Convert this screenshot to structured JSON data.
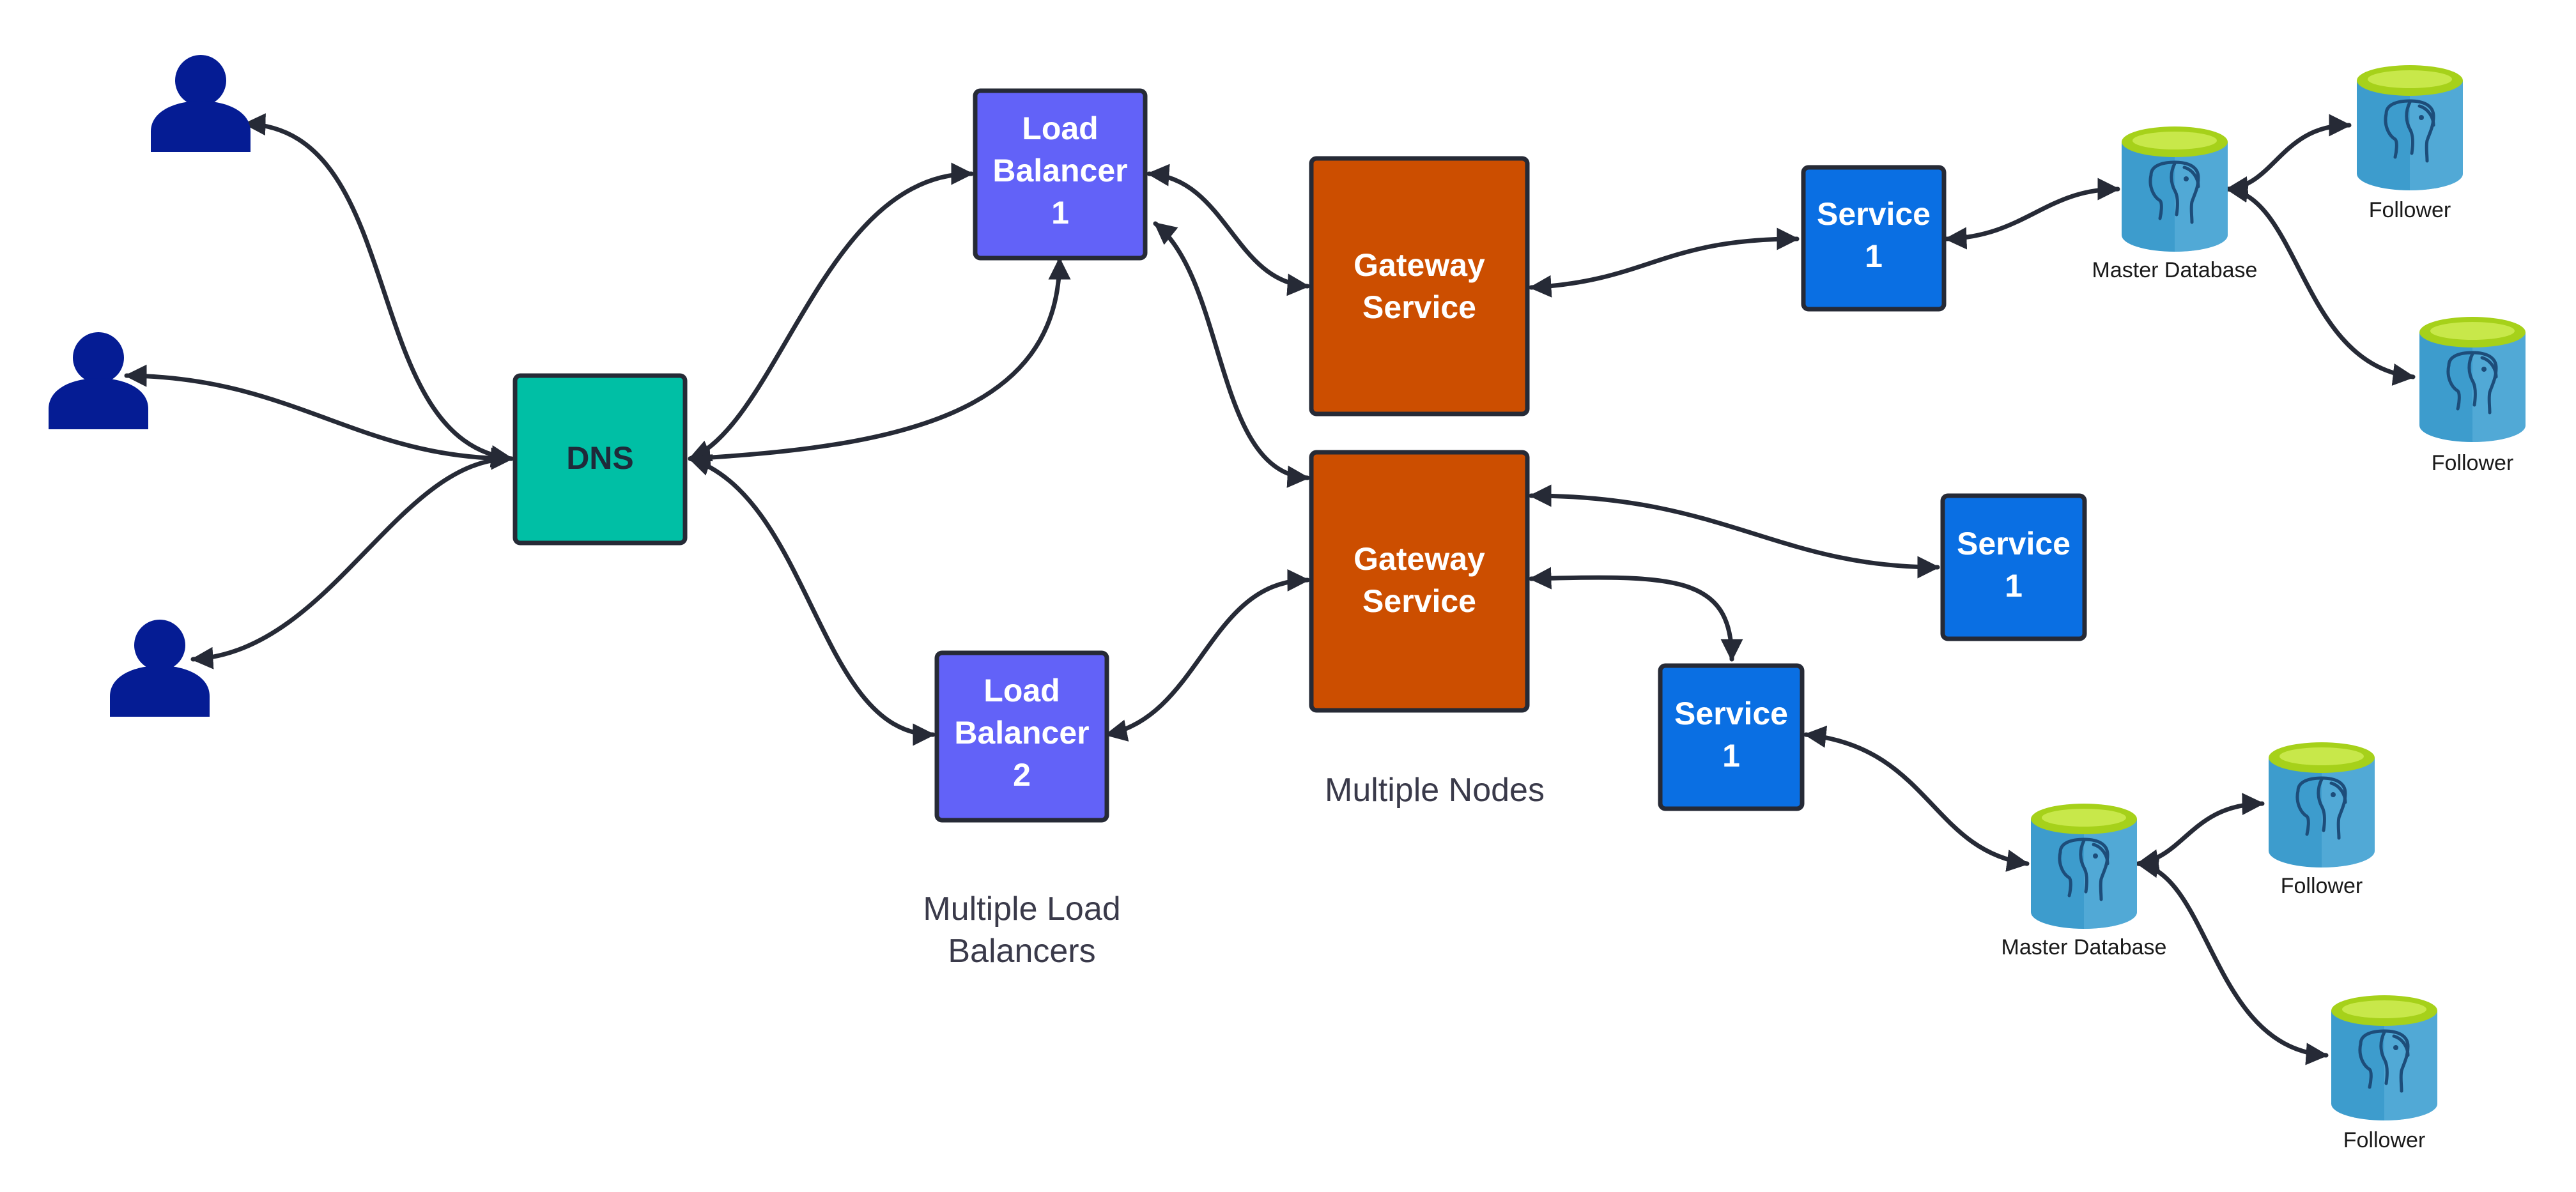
{
  "colors": {
    "dns": "#00bfa5",
    "load_balancer": "#6262f8",
    "gateway": "#cc4e00",
    "service": "#0a6fe3",
    "user": "#051c94",
    "edge": "#262a36",
    "db_body": "#3d9ccd",
    "db_top": "#a6d11a"
  },
  "icons": {
    "user": "person-icon",
    "database": "postgres-elephant-icon"
  },
  "nodes": {
    "dns": "DNS",
    "lb1": [
      "Load",
      "Balancer",
      "1"
    ],
    "lb2": [
      "Load",
      "Balancer",
      "2"
    ],
    "gw1": [
      "Gateway",
      "Service"
    ],
    "gw2": [
      "Gateway",
      "Service"
    ],
    "svc_a": [
      "Service",
      "1"
    ],
    "svc_b": [
      "Service",
      "1"
    ],
    "svc_c": [
      "Service",
      "1"
    ]
  },
  "captions": {
    "load_balancers": [
      "Multiple Load",
      "Balancers"
    ],
    "nodes": "Multiple Nodes"
  },
  "databases": {
    "master_top": "Master Database",
    "follower_top_1": "Follower",
    "follower_top_2": "Follower",
    "master_bottom": "Master Database",
    "follower_bottom_1": "Follower",
    "follower_bottom_2": "Follower"
  }
}
